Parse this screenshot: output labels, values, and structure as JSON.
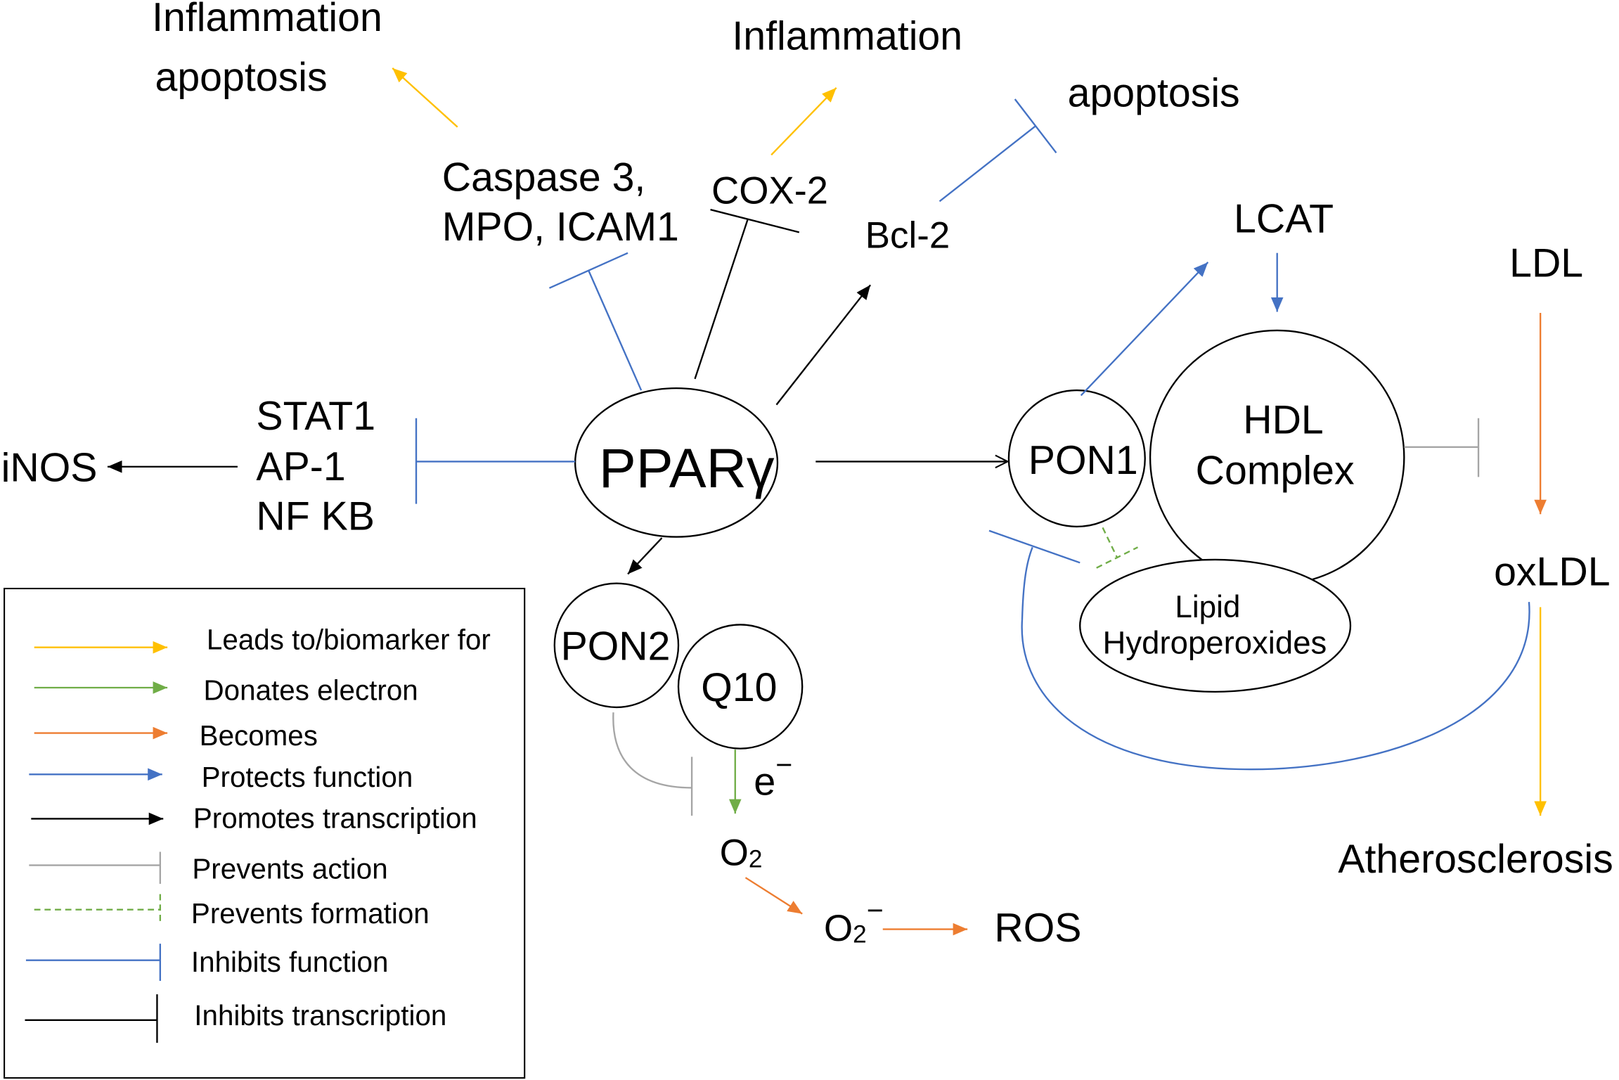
{
  "colors": {
    "leads_to": "#ffc000",
    "donates_electron": "#70ad47",
    "becomes": "#ed7d31",
    "protects_function": "#4472c4",
    "promotes_transcription": "#000000",
    "prevents_action": "#a5a5a5",
    "prevents_formation": "#70ad47",
    "inhibits_function": "#4472c4",
    "inhibits_transcription": "#000000"
  },
  "nodes": {
    "inflammation_left": "Inflammation",
    "apoptosis_left": "apoptosis",
    "inflammation_mid": "Inflammation",
    "apoptosis_right": "apoptosis",
    "caspase_line1": "Caspase 3,",
    "caspase_line2": "MPO, ICAM1",
    "cox2": "COX-2",
    "bcl2": "Bcl-2",
    "lcat": "LCAT",
    "ldl": "LDL",
    "oxldl": "oxLDL",
    "atherosclerosis": "Atherosclerosis",
    "ppar": "PPARγ",
    "stat1": "STAT1",
    "ap1": "AP-1",
    "nfkb": "NF KB",
    "inos": "iNOS",
    "pon1": "PON1",
    "hdl_line1": "HDL",
    "hdl_line2": "Complex",
    "lipid_line1": "Lipid",
    "lipid_line2": "Hydroperoxides",
    "pon2": "PON2",
    "q10": "Q10",
    "electron": {
      "base": "e",
      "sup": "−"
    },
    "oxygen": {
      "base": "O",
      "sub": "2"
    },
    "superoxide": {
      "base": "O",
      "sub": "2",
      "sup": "−"
    },
    "ros": "ROS"
  },
  "legend": {
    "items": [
      {
        "label": "Leads to/biomarker for"
      },
      {
        "label": "Donates electron"
      },
      {
        "label": "Becomes"
      },
      {
        "label": "Protects function"
      },
      {
        "label": "Promotes transcription"
      },
      {
        "label": "Prevents action"
      },
      {
        "label": "Prevents formation"
      },
      {
        "label": "Inhibits function"
      },
      {
        "label": "Inhibits transcription"
      }
    ]
  }
}
